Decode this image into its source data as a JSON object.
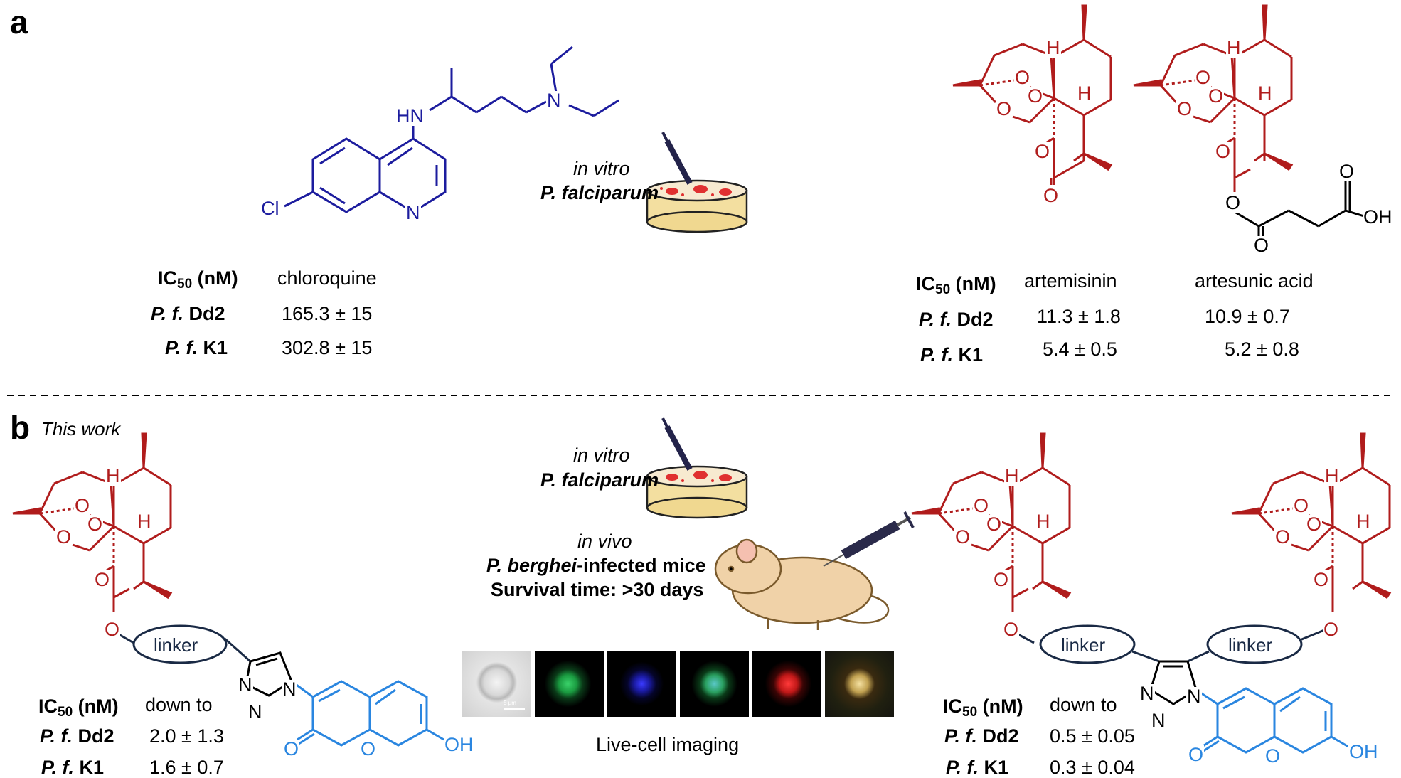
{
  "panel_a": {
    "label": "a",
    "assay": {
      "line1": "in vitro",
      "line2": "P. falciparum"
    },
    "chloroquine_table": {
      "header": "IC",
      "header_sub": "50",
      "header_unit": " (nM)",
      "compound": "chloroquine",
      "rows": [
        {
          "strain": "P. f.",
          "strain_code": "Dd2",
          "value": "165.3 ± 15"
        },
        {
          "strain": "P. f.",
          "strain_code": "K1",
          "value": "302.8 ± 15"
        }
      ]
    },
    "artemisinin_table": {
      "header": "IC",
      "header_sub": "50",
      "header_unit": " (nM)",
      "compound1": "artemisinin",
      "compound2": "artesunic acid",
      "rows": [
        {
          "strain": "P. f.",
          "strain_code": "Dd2",
          "value1": "11.3 ± 1.8",
          "value2": "10.9 ± 0.7"
        },
        {
          "strain": "P. f.",
          "strain_code": "K1",
          "value1": "5.4 ± 0.5",
          "value2": "5.2 ± 0.8"
        }
      ]
    },
    "atoms": {
      "hn": "HN",
      "n_amine": "N",
      "n_ring": "N",
      "cl": "Cl",
      "h": "H",
      "o": "O",
      "oh": "OH"
    }
  },
  "panel_b": {
    "label": "b",
    "caption": "This work",
    "assay_vitro": {
      "line1": "in vitro",
      "line2": "P. falciparum"
    },
    "assay_vivo": {
      "line1": "in vivo",
      "line2_italic": "P. berghei",
      "line2_rest": "-infected mice",
      "line3": "Survival time: >30 days"
    },
    "imaging_caption": "Live-cell imaging",
    "scale_bar": "5 μm",
    "linker": "linker",
    "left_table": {
      "header": "IC",
      "header_sub": "50",
      "header_unit": " (nM)",
      "qualifier": "down to",
      "rows": [
        {
          "strain": "P. f.",
          "strain_code": "Dd2",
          "value": "2.0 ± 1.3"
        },
        {
          "strain": "P. f.",
          "strain_code": "K1",
          "value": "1.6 ± 0.7"
        }
      ]
    },
    "right_table": {
      "header": "IC",
      "header_sub": "50",
      "header_unit": " (nM)",
      "qualifier": "down to",
      "rows": [
        {
          "strain": "P. f.",
          "strain_code": "Dd2",
          "value": "0.5 ± 0.05"
        },
        {
          "strain": "P. f.",
          "strain_code": "K1",
          "value": "0.3 ± 0.04"
        }
      ]
    }
  },
  "colors": {
    "artemisinin": "#b01c1c",
    "chloroquine": "#1c1c9e",
    "coumarin": "#2a86e0",
    "linker": "#1a2a45"
  }
}
